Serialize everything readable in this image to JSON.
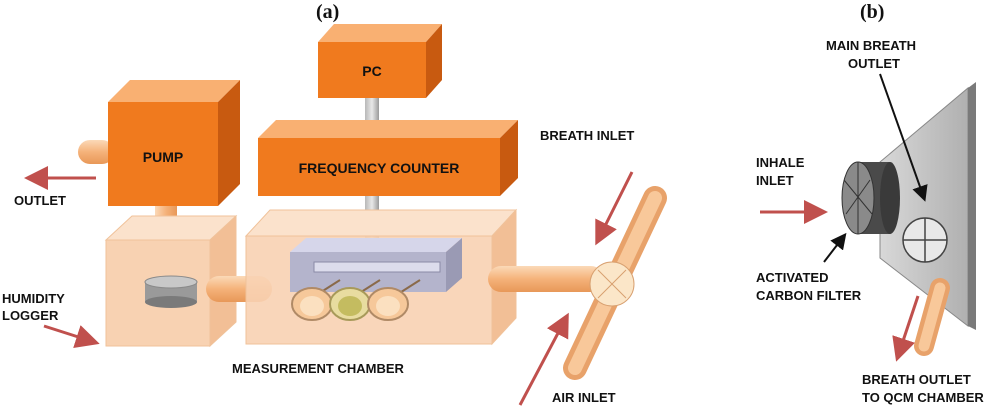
{
  "panels": {
    "a": "(a)",
    "b": "(b)"
  },
  "boxes": {
    "pc": "PC",
    "pump": "PUMP",
    "frequency_counter": "FREQUENCY COUNTER"
  },
  "labels": {
    "outlet": "OUTLET",
    "humidity_logger_1": "HUMIDITY",
    "humidity_logger_2": "LOGGER",
    "measurement_chamber": "MEASUREMENT CHAMBER",
    "breath_inlet": "BREATH INLET",
    "air_inlet": "AIR INLET",
    "main_breath_outlet_1": "MAIN BREATH",
    "main_breath_outlet_2": "OUTLET",
    "inhale_inlet_1": "INHALE",
    "inhale_inlet_2": "INLET",
    "activated_carbon_filter_1": "ACTIVATED",
    "activated_carbon_filter_2": "CARBON FILTER",
    "breath_outlet_qcm_1": "BREATH OUTLET",
    "breath_outlet_qcm_2": "TO QCM CHAMBER"
  },
  "colors": {
    "box_front": "#f07a1e",
    "box_top": "#f9b072",
    "box_side": "#c85a10",
    "chamber": "#f8d2b2",
    "tube": "#f6bd88",
    "arrow": "#c0504d"
  }
}
